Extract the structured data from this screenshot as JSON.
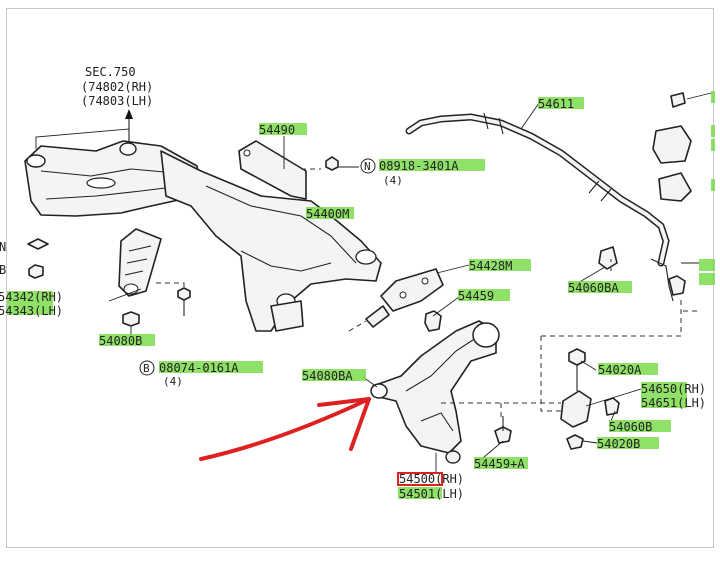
{
  "diagram": {
    "sec_ref": {
      "line1": "SEC.750",
      "line2": "(74802(RH)",
      "line3": "(74803(LH)"
    },
    "callouts": {
      "c54490": "54490",
      "c08918": "08918-3401A",
      "c08918_qty": "(4)",
      "c08918_prefix": "N",
      "c54400M": "54400M",
      "c54611": "54611",
      "c54342": "54342(RH)",
      "c54343": "54343(LH)",
      "c54080B": "54080B",
      "c08074": "08074-0161A",
      "c08074_qty": "(4)",
      "c08074_prefix": "B",
      "c54080BA": "54080BA",
      "c54428M": "54428M",
      "c54459": "54459",
      "c54060BA": "54060BA",
      "c54020A": "54020A",
      "c54650": "54650(RH)",
      "c54651": "54651(LH)",
      "c54060B": "54060B",
      "c54020B": "54020B",
      "c54459A": "54459+A",
      "c54500": "54500(RH)",
      "c54501": "54501(LH)",
      "left_n": "N",
      "left_b": "B"
    },
    "colors": {
      "highlight": "#7ddc4c",
      "red_box": "#e02020",
      "arrow": "#e02020"
    }
  }
}
